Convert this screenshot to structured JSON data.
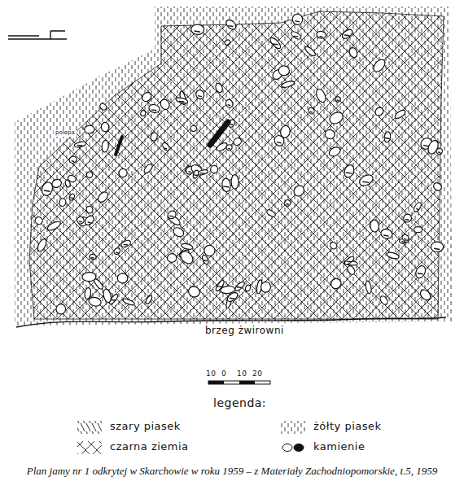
{
  "diagram": {
    "caption": "Plan jamy nr 1 odkrytej w Skarchowie w roku 1959 – z Materiały Zachodniopomorskie, t.5, 1959",
    "labels": [
      "brzeg żwirowni",
      "10",
      "0",
      "10",
      "20",
      "legenda:",
      "polepa"
    ],
    "legend": [
      {
        "text": "szary piasek"
      },
      {
        "text": "żółty piasek"
      },
      {
        "text": "czarna ziemia"
      },
      {
        "text": "kamienie"
      }
    ]
  }
}
